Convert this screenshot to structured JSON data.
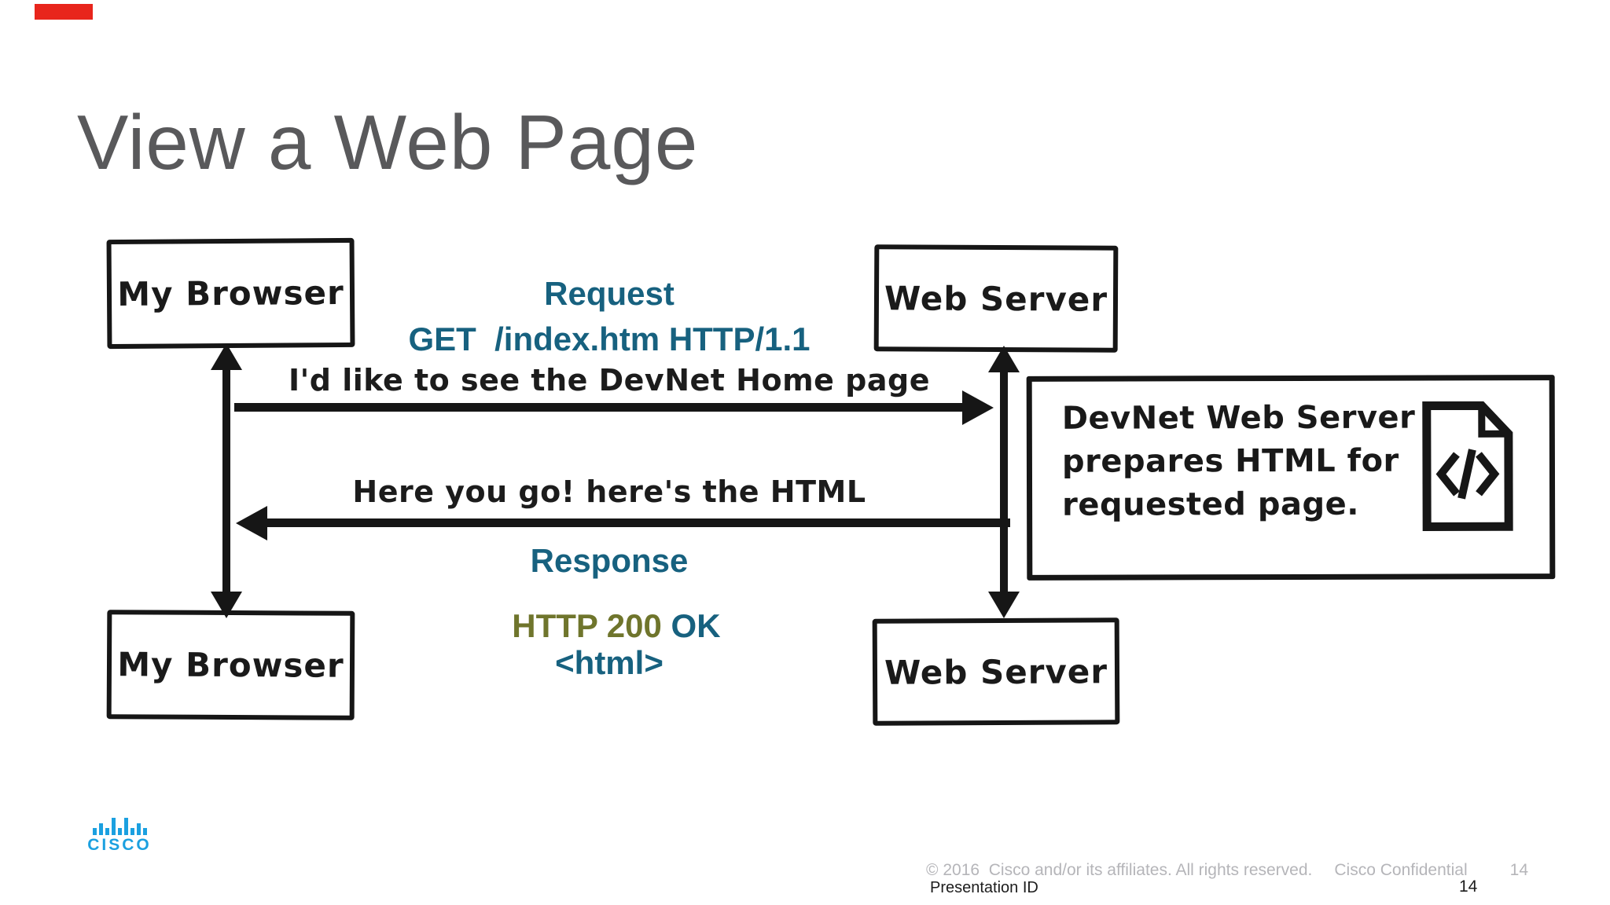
{
  "slide": {
    "title": "View a Web Page",
    "logo_text": "CISCO",
    "footer_copyright": "© 2016  Cisco and/or its affiliates. All rights reserved.",
    "footer_confidential": "Cisco Confidential",
    "footer_page": "14",
    "presentation_id_label": "Presentation ID",
    "bottom_page": "14"
  },
  "colors": {
    "teal": "#17617F",
    "olive": "#6F752C",
    "ink": "#161616",
    "title_gray": "#59595B",
    "footer_gray": "#B5B5B9",
    "cisco_blue": "#1BA0E0",
    "red": "#E8251C"
  },
  "diagram": {
    "boxes": {
      "browser_top": "My Browser",
      "server_top": "Web Server",
      "browser_bottom": "My Browser",
      "server_bottom": "Web Server"
    },
    "request": {
      "label": "Request",
      "http_line": "GET  /index.htm HTTP/1.1",
      "speech": "I'd like to see the DevNet Home page"
    },
    "response": {
      "label": "Response",
      "speech": "Here you go! here's the HTML",
      "status_code": "HTTP 200",
      "status_ok": " OK",
      "html_tag": "<html>"
    },
    "note": {
      "line1": "DevNet Web Server",
      "line2": "prepares HTML for",
      "line3": "requested page.",
      "icon": "code-file-icon"
    }
  }
}
